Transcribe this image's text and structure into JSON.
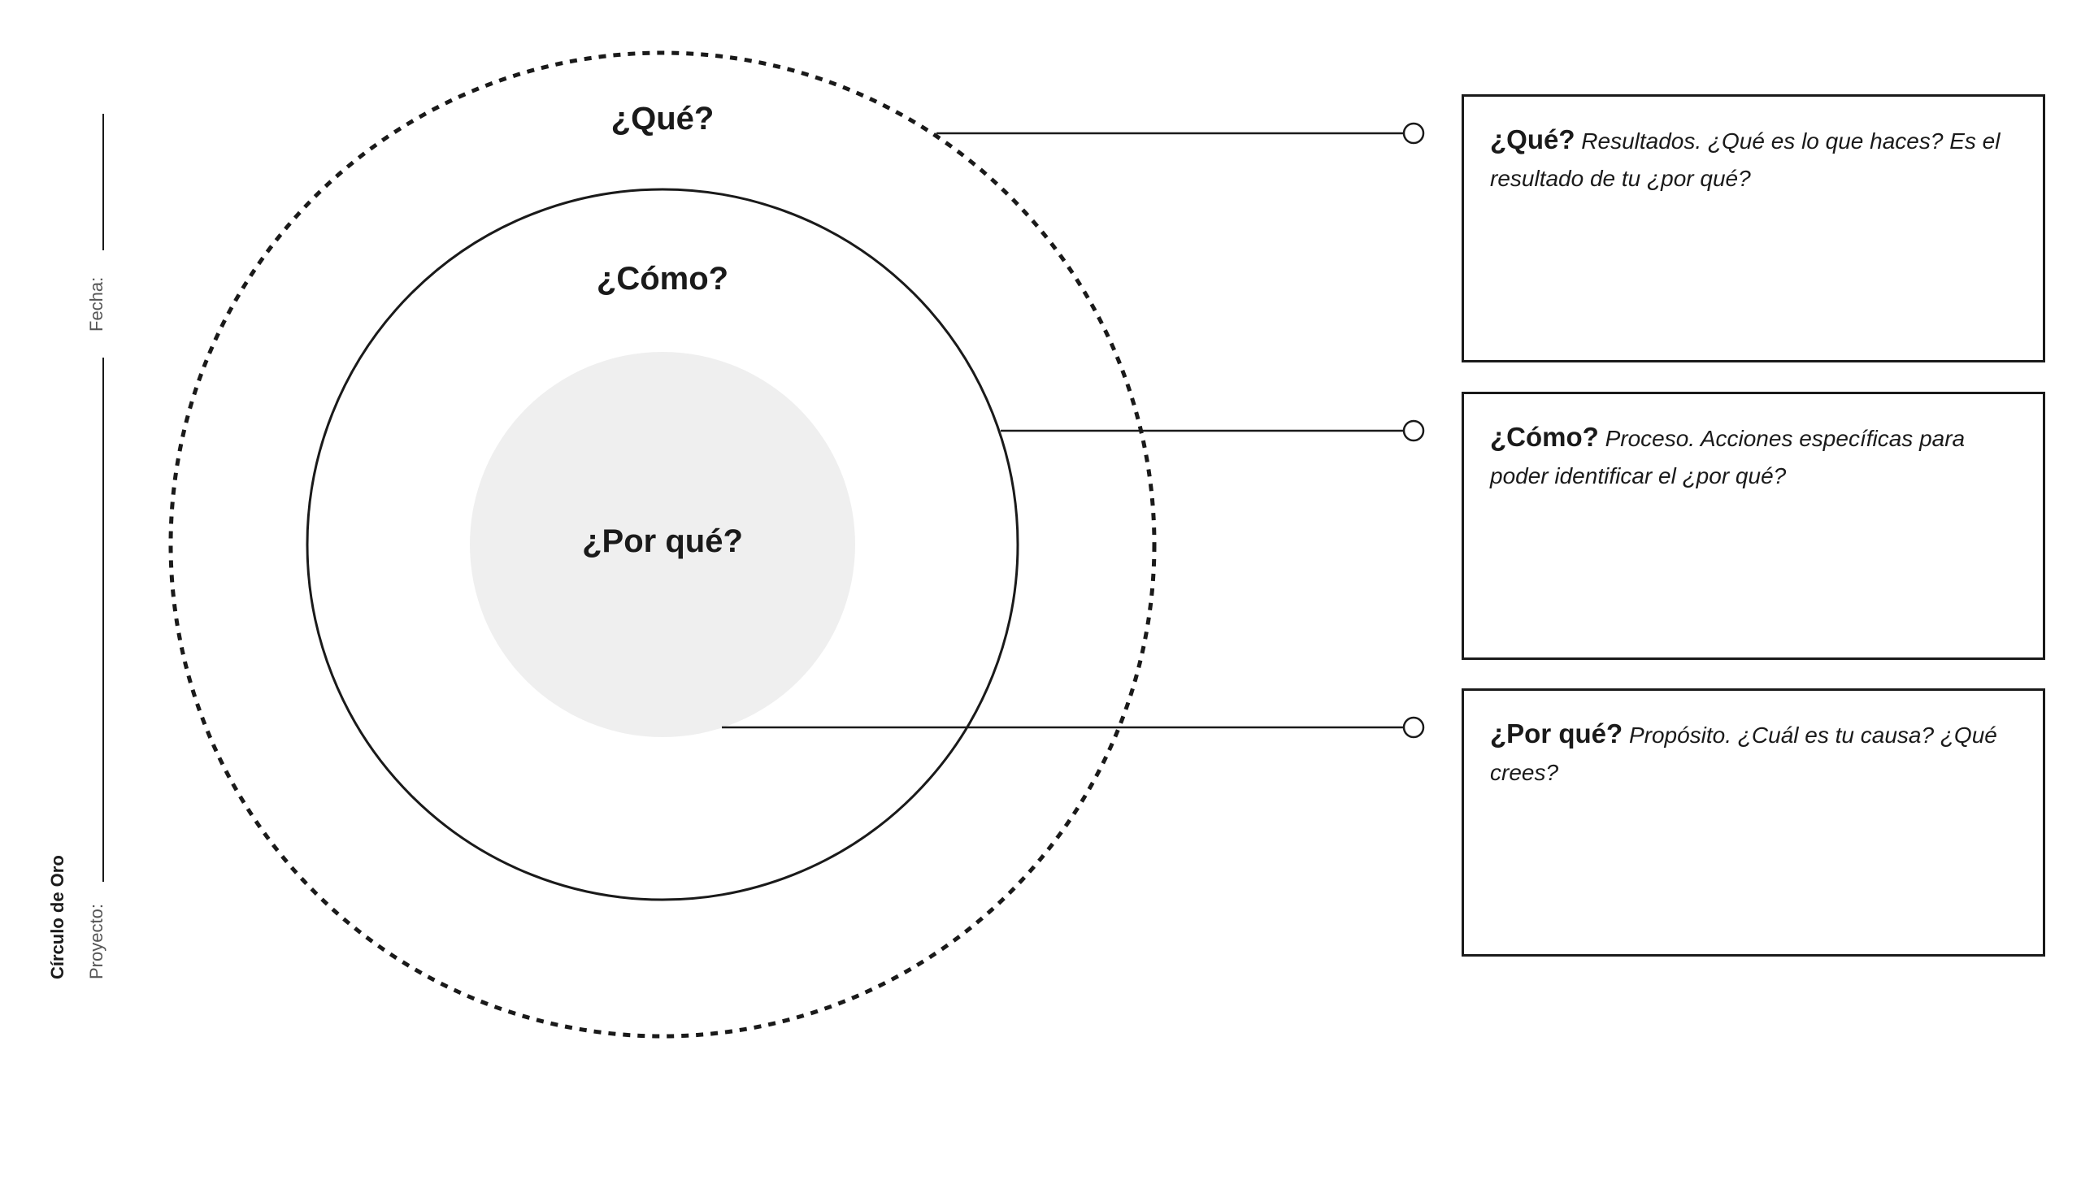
{
  "side": {
    "title": "Círculo de Oro",
    "project_label": "Proyecto:",
    "date_label": "Fecha:"
  },
  "circles": {
    "outer_label": "¿Qué?",
    "middle_label": "¿Cómo?",
    "inner_label": "¿Por qué?"
  },
  "boxes": [
    {
      "title": "¿Qué?",
      "description": "Resultados. ¿Qué es lo que haces? Es el resultado de tu ¿por qué?"
    },
    {
      "title": "¿Cómo?",
      "description": "Proceso. Acciones específicas para poder identificar el ¿por qué?"
    },
    {
      "title": "¿Por qué?",
      "description": "Propósito. ¿Cuál es tu causa? ¿Qué crees?"
    }
  ],
  "colors": {
    "stroke": "#1a1a1a",
    "inner_fill": "#efefef",
    "background": "#ffffff"
  }
}
